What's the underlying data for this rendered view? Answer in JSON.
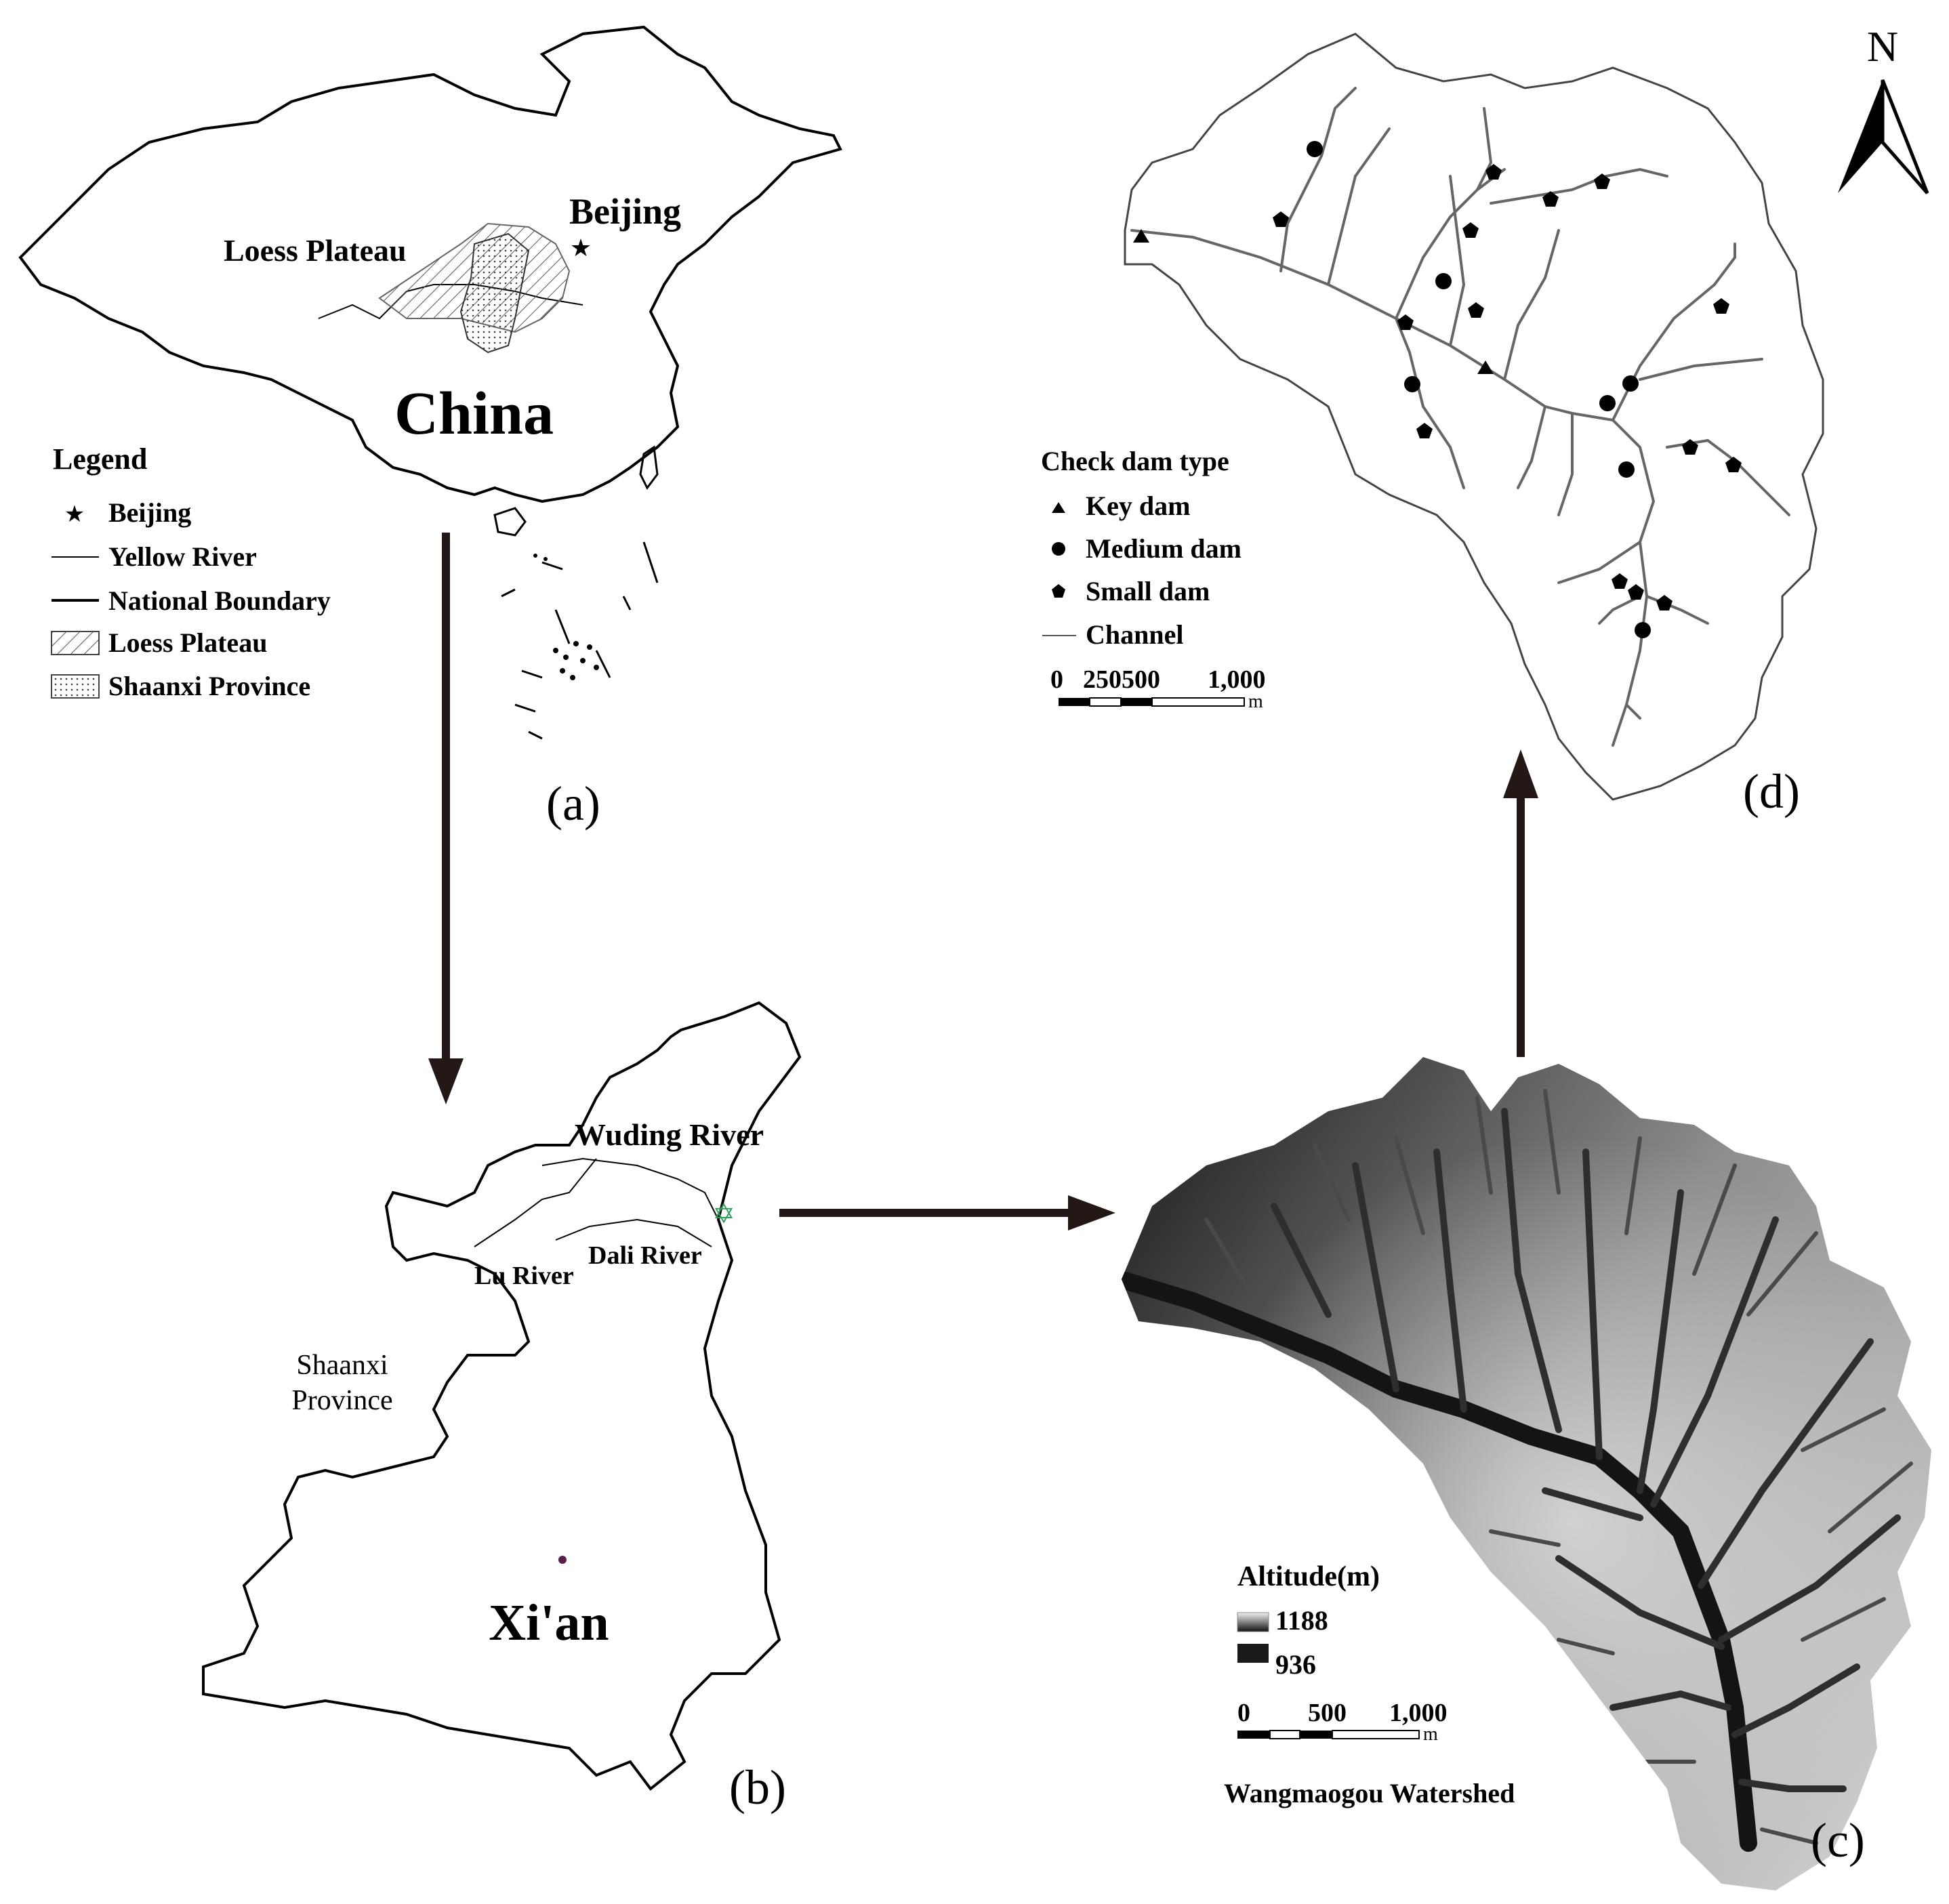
{
  "panel_a": {
    "label": "(a)",
    "country": "China",
    "capital": "Beijing",
    "region": "Loess Plateau",
    "legend": {
      "title": "Legend",
      "items": [
        {
          "symbol": "star-icon",
          "label": "Beijing"
        },
        {
          "symbol": "thin-line",
          "label": "Yellow River"
        },
        {
          "symbol": "thick-line",
          "label": "National Boundary"
        },
        {
          "symbol": "hatch-pattern",
          "label": "Loess Plateau"
        },
        {
          "symbol": "dot-pattern",
          "label": "Shaanxi Province"
        }
      ]
    }
  },
  "panel_b": {
    "label": "(b)",
    "province_line1": "Shaanxi",
    "province_line2": "Province",
    "city": "Xi'an",
    "rivers": [
      "Wuding River",
      "Dali River",
      "Lu River"
    ],
    "marker_color": "#2e9e5b",
    "city_dot_color": "#5a1f4a"
  },
  "panel_c": {
    "label": "(c)",
    "legend_title": "Altitude(m)",
    "max_value": "1188",
    "min_value": "936",
    "scale_ticks": [
      "0",
      "500",
      "1,000"
    ],
    "scale_unit": "m",
    "watershed_name": "Wangmaogou Watershed"
  },
  "panel_d": {
    "label": "(d)",
    "legend_title": "Check dam type",
    "legend_items": [
      {
        "symbol": "triangle-icon",
        "label": "Key dam"
      },
      {
        "symbol": "circle-icon",
        "label": "Medium dam"
      },
      {
        "symbol": "pentagon-icon",
        "label": "Small dam"
      },
      {
        "symbol": "line-icon",
        "label": "Channel"
      }
    ],
    "scale_ticks": [
      "0",
      "250500",
      "1,000"
    ],
    "scale_unit": "m",
    "north_label": "N"
  },
  "colors": {
    "outline": "#000000",
    "channel": "#666666",
    "arrow": "#231815"
  }
}
